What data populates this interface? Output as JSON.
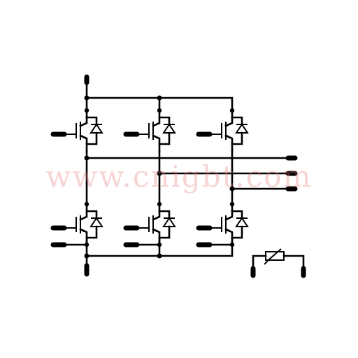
{
  "watermark": {
    "text": "www.cnigbt.com",
    "color": "#e67878"
  },
  "diagram": {
    "description_icons": [
      "igbt-icon",
      "freewheel-diode-icon",
      "thermistor-icon"
    ],
    "switches": {
      "upper": [
        "igbt-upper-u",
        "igbt-upper-v",
        "igbt-upper-w"
      ],
      "lower": [
        "igbt-lower-u",
        "igbt-lower-v",
        "igbt-lower-w"
      ]
    }
  }
}
